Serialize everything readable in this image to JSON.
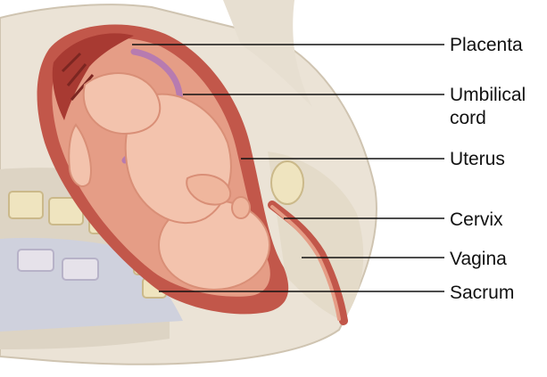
{
  "labels": {
    "placenta": "Placenta",
    "umbilical_line1": "Umbilical",
    "umbilical_line2": "cord",
    "uterus": "Uterus",
    "cervix": "Cervix",
    "vagina": "Vagina",
    "sacrum": "Sacrum"
  },
  "colors": {
    "background": "#ffffff",
    "skin_body": "#ebe3d6",
    "tissue_pale": "#e8e0cf",
    "uterine_wall": "#c2574a",
    "uterine_inner": "#e59d86",
    "fetus_skin": "#f3c3ad",
    "fetus_shadow": "#d98f77",
    "placenta": "#a83a32",
    "bone": "#efe4bf",
    "bone_dark": "#cbb98a",
    "cord": "#b77bb0",
    "leader_line": "#111111"
  }
}
